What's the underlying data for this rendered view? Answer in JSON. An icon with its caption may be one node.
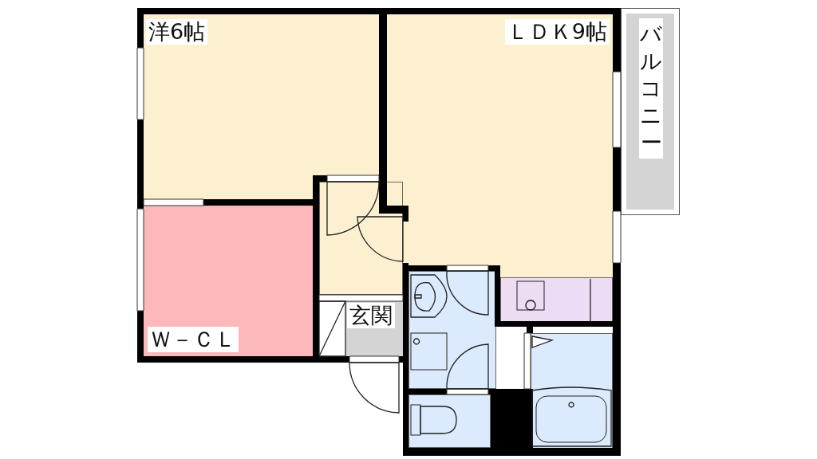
{
  "diagram": {
    "nodes": [
      {
        "text": [
          "洋6帖"
        ]
      },
      {
        "text": [
          "ＬＤＫ9帖"
        ]
      },
      {
        "text": [
          "バルコニー"
        ]
      },
      {
        "text": [],
        "shape": "box"
      },
      {
        "text": [
          "Ｗ－ＣＬ"
        ]
      },
      {
        "text": [],
        "shape": "box"
      },
      {
        "text": [],
        "shape": "box"
      },
      {
        "text": [
          "玄関"
        ]
      },
      {
        "text": [],
        "shape": "box"
      },
      {
        "text": [],
        "shape": "box"
      }
    ]
  }
}
